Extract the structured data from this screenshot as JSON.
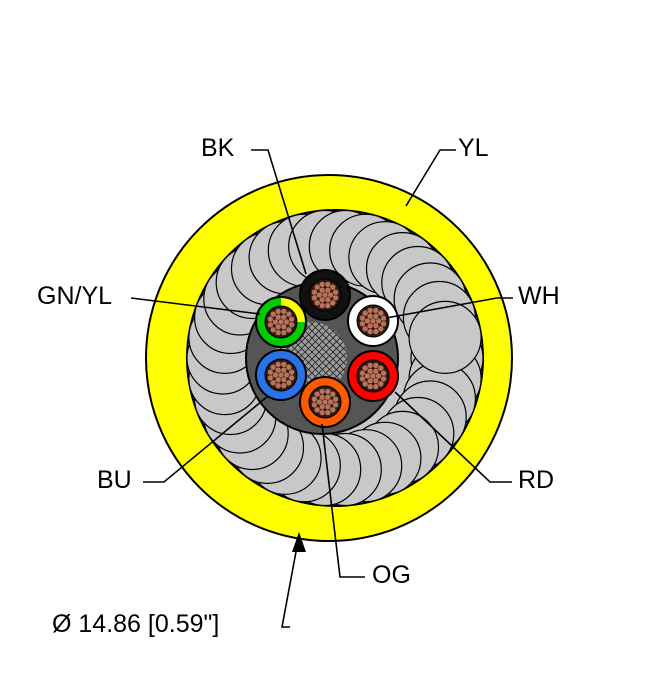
{
  "labels": {
    "bk": "BK",
    "yl": "YL",
    "gn_yl": "GN/YL",
    "wh": "WH",
    "bu": "BU",
    "rd": "RD",
    "og": "OG",
    "diameter": "Ø 14.86 [0.59\"]"
  },
  "colors": {
    "jacket": "#ffff00",
    "shield_fill": "#c8c8c8",
    "core_fill": "#555555",
    "filler": "#a0a0a0",
    "conductor": "#b9735a",
    "black": "#111111",
    "white": "#ffffff",
    "red": "#ff0000",
    "orange": "#ff5a00",
    "blue": "#2a72e8",
    "green": "#00cc00",
    "yellow": "#ffff00"
  }
}
